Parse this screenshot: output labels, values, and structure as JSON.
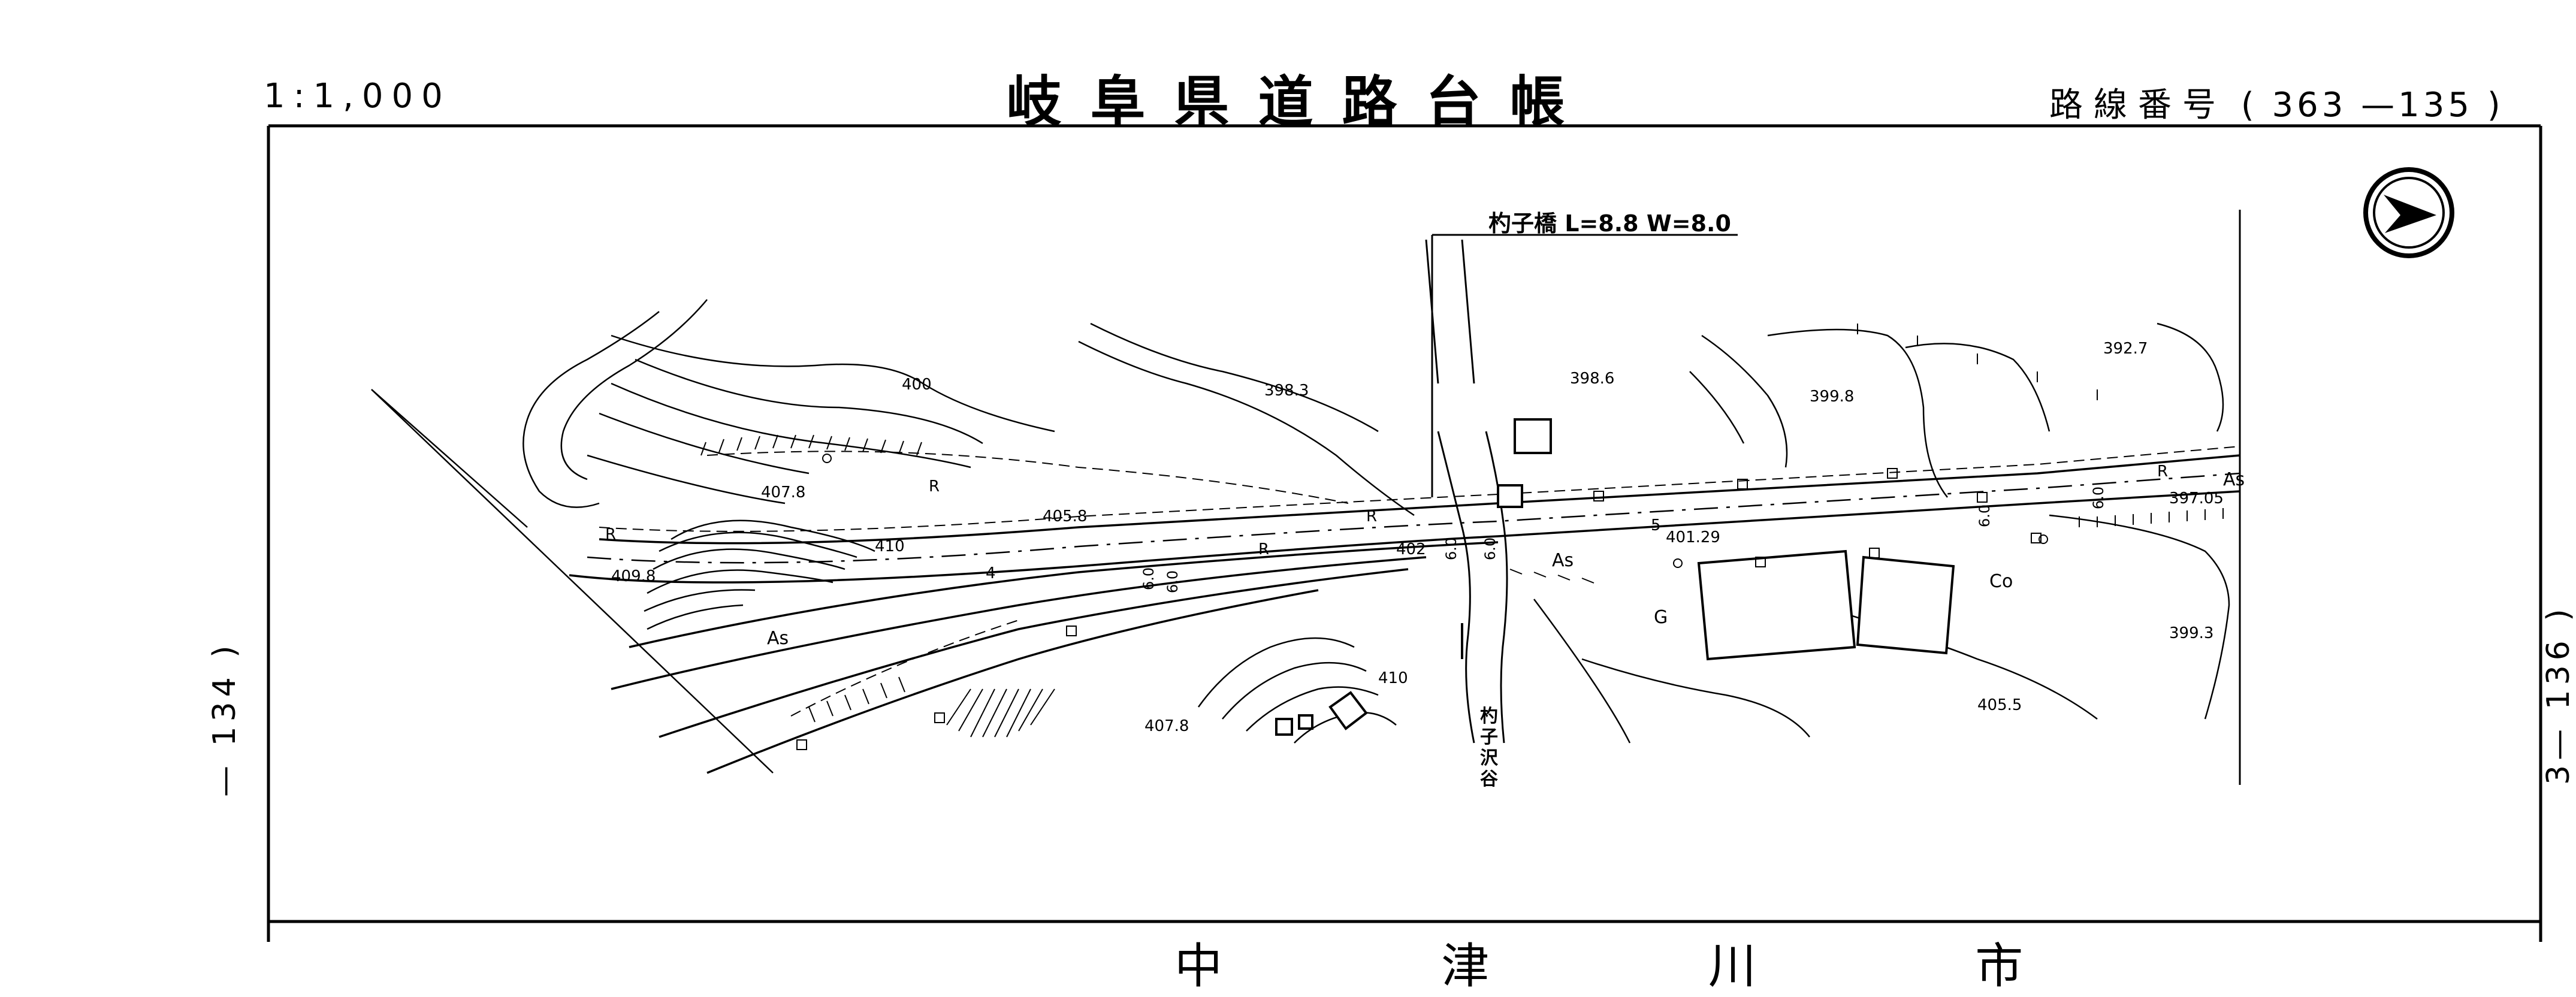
{
  "sheet": {
    "scale": "1:1,000",
    "title": "岐阜県道路台帳",
    "route_label": "路線番号",
    "route_number": "( 363 —135 )",
    "adjacent_left": "— 134 )",
    "adjacent_right": "3— 136 )",
    "footer_partial": "中 津 川 市"
  },
  "map": {
    "bridge_label": "杓子橋 L=8.8 W=8.0",
    "stream_label": [
      "杓",
      "子",
      "沢",
      "谷"
    ],
    "surface_labels": [
      "As",
      "As",
      "As",
      "Co",
      "G"
    ],
    "elevations": [
      "400",
      "398.3",
      "398.6",
      "399.8",
      "392.7",
      "407.8",
      "405.8",
      "410",
      "409.8",
      "402",
      "401.29",
      "397.05",
      "399.3",
      "410",
      "407.8",
      "405.5"
    ],
    "width_marks": [
      "6.0",
      "6.0",
      "6.0",
      "6.0",
      "6.0",
      "6.0"
    ],
    "markers": [
      "R",
      "R",
      "R",
      "R",
      "R",
      "5",
      "4"
    ],
    "north_arrow_icon": "north-arrow-icon"
  }
}
